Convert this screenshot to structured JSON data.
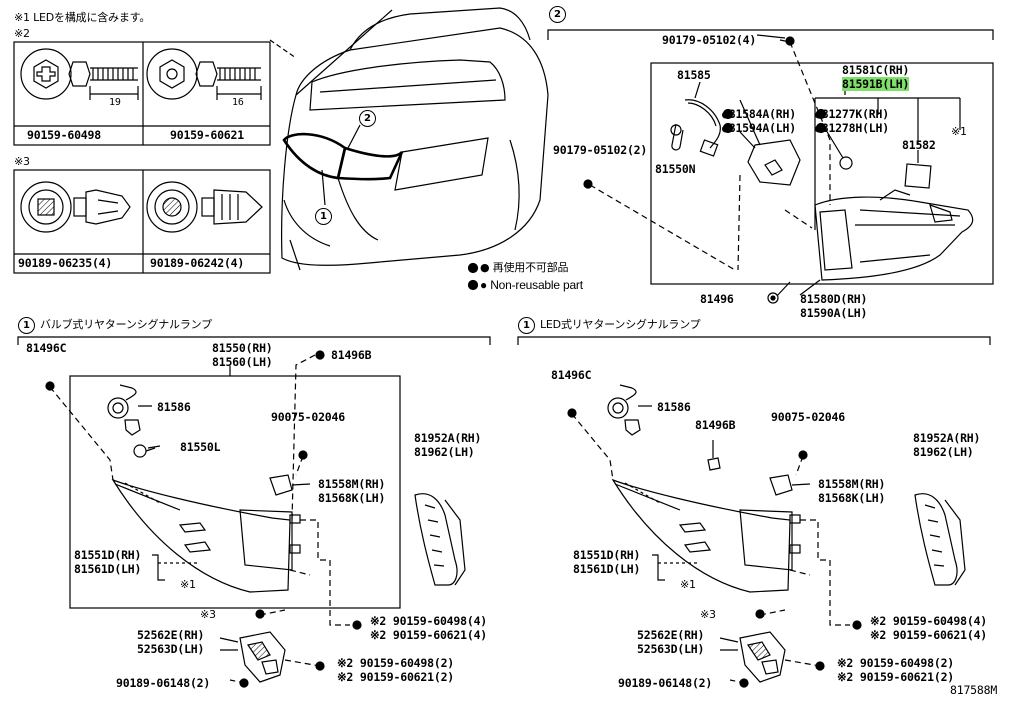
{
  "notes": {
    "led_note": "※1 LEDを構成に含みます。",
    "mark2": "※2",
    "mark3": "※3"
  },
  "fastener_boxes": {
    "box1": "90159-60498",
    "box2": "90159-60621",
    "box1_dim": "19",
    "box2_dim": "16",
    "box3": "90189-06235(4)",
    "box4": "90189-06242(4)"
  },
  "legend": {
    "mark": "●",
    "jp": "再使用不可部品",
    "en": "Non-reusable part"
  },
  "callouts": {
    "one": "1",
    "two": "2"
  },
  "section2": {
    "p_9017905102_4": "90179-05102(4)",
    "p_9017905102_2": "90179-05102(2)",
    "p_81585": "81585",
    "p_81550n": "81550N",
    "p_81581c": "81581C(RH)",
    "p_81591b": "81591B(LH)",
    "p_81584a": "●81584A(RH)",
    "p_81594a": "●81594A(LH)",
    "p_81277k": "●81277K(RH)",
    "p_81278h": "●81278H(LH)",
    "p_81582": "81582",
    "p_mark1": "※1",
    "p_81496": "81496",
    "p_81580d": "81580D(RH)",
    "p_81590a": "81590A(LH)"
  },
  "section_bulb": {
    "title": "バルブ式リヤターンシグナルランプ",
    "p_81496c": "81496C",
    "p_81550": "81550(RH)",
    "p_81560": "81560(LH)",
    "p_81496b": "81496B",
    "p_81586": "81586",
    "p_81550l": "81550L",
    "p_9007502046": "90075-02046",
    "p_81952a": "81952A(RH)",
    "p_81962": "81962(LH)",
    "p_81558m": "81558M(RH)",
    "p_81568k": "81568K(LH)",
    "p_81551d": "81551D(RH)",
    "p_81561d": "81561D(LH)",
    "p_mark1": "※1",
    "p_mark3": "※3",
    "p_60498_4": "※2 90159-60498(4)",
    "p_60621_4": "※2 90159-60621(4)",
    "p_52562e": "52562E(RH)",
    "p_52563d": "52563D(LH)",
    "p_60498_2": "※2 90159-60498(2)",
    "p_60621_2": "※2 90159-60621(2)",
    "p_9018906148": "90189-06148(2)"
  },
  "section_led": {
    "title": "LED式リヤターンシグナルランプ",
    "p_81496c": "81496C",
    "p_81586": "81586",
    "p_81496b": "81496B",
    "p_9007502046": "90075-02046",
    "p_81952a": "81952A(RH)",
    "p_81962": "81962(LH)",
    "p_81558m": "81558M(RH)",
    "p_81568k": "81568K(LH)",
    "p_81551d": "81551D(RH)",
    "p_81561d": "81561D(LH)",
    "p_mark1": "※1",
    "p_mark3": "※3",
    "p_60498_4": "※2 90159-60498(4)",
    "p_60621_4": "※2 90159-60621(4)",
    "p_52562e": "52562E(RH)",
    "p_52563d": "52563D(LH)",
    "p_60498_2": "※2 90159-60498(2)",
    "p_60621_2": "※2 90159-60621(2)",
    "p_9018906148": "90189-06148(2)"
  },
  "diagram_id": "817588M",
  "colors": {
    "highlight": "#7ee06a",
    "ink": "#000000"
  }
}
